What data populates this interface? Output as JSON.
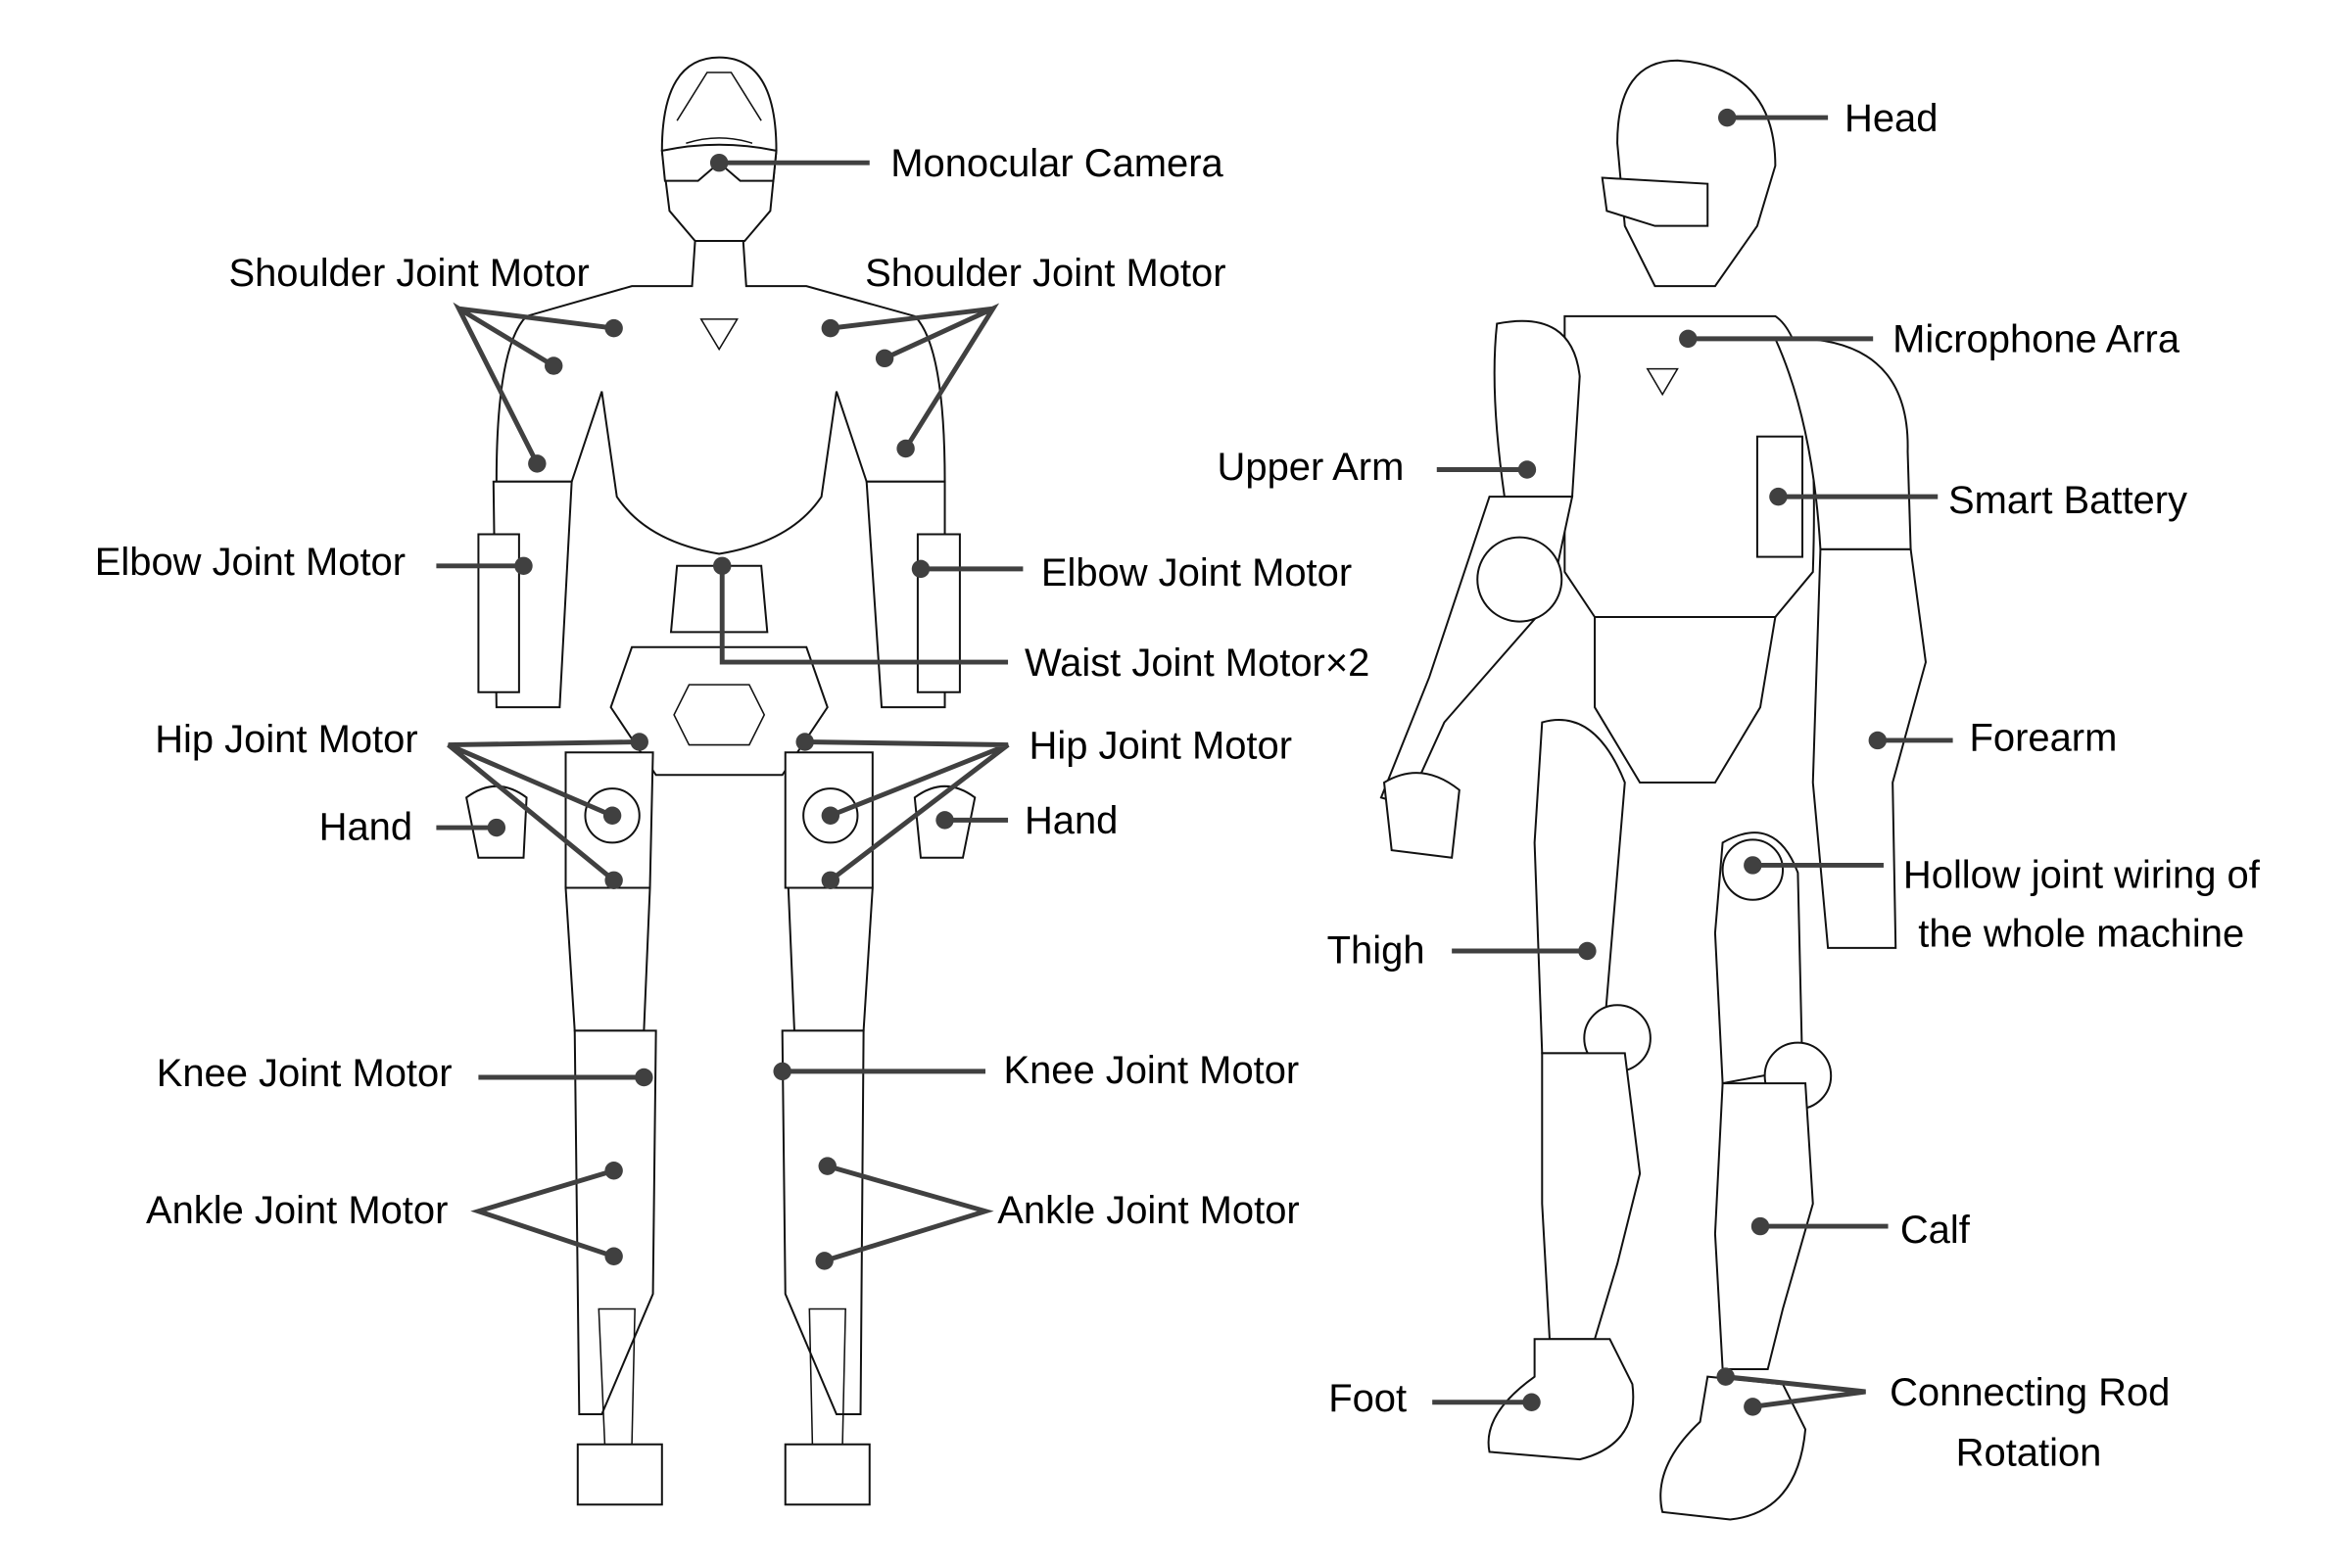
{
  "front_view": {
    "labels": {
      "monocular_camera": "Monocular Camera",
      "shoulder_left": "Shoulder Joint Motor",
      "shoulder_right": "Shoulder Joint Motor",
      "elbow_left": "Elbow Joint Motor",
      "elbow_right": "Elbow Joint Motor",
      "waist": "Waist Joint Motor×2",
      "hip_left": "Hip Joint Motor",
      "hip_right": "Hip Joint Motor",
      "hand_left": "Hand",
      "hand_right": "Hand",
      "knee_left": "Knee Joint Motor",
      "knee_right": "Knee Joint Motor",
      "ankle_left": "Ankle Joint Motor",
      "ankle_right": "Ankle Joint Motor"
    }
  },
  "side_view": {
    "labels": {
      "head": "Head",
      "microphone": "Microphone Arra",
      "upper_arm": "Upper Arm",
      "smart_battery": "Smart Battery",
      "forearm": "Forearm",
      "hollow_line1": "Hollow joint wiring of",
      "hollow_line2": "the whole machine",
      "thigh": "Thigh",
      "calf": "Calf",
      "foot": "Foot",
      "rod_line1": "Connecting Rod",
      "rod_line2": "Rotation"
    }
  }
}
